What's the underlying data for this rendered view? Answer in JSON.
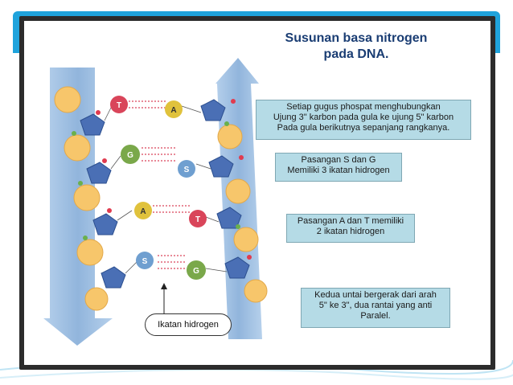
{
  "title": {
    "line1": "Susunan basa nitrogen",
    "line2": "pada DNA."
  },
  "boxes": [
    {
      "lines": [
        "Setiap gugus phospat menghubungkan",
        "Ujung 3\" karbon pada gula ke ujung 5\" karbon",
        "Pada gula berikutnya sepanjang rangkanya."
      ]
    },
    {
      "lines": [
        "Pasangan S dan G",
        "Memiliki 3 ikatan hidrogen"
      ]
    },
    {
      "lines": [
        "Pasangan A dan T memiliki",
        "2 ikatan hidrogen"
      ]
    },
    {
      "lines": [
        "Kedua untai bergerak dari arah",
        "5\" ke 3\", dua rantai yang anti",
        "Paralel."
      ]
    }
  ],
  "callout": "Ikatan hidrogen",
  "bases": [
    {
      "letter": "T",
      "color": "#d9455a"
    },
    {
      "letter": "A",
      "color": "#e0c23c"
    },
    {
      "letter": "G",
      "color": "#7aa84a"
    },
    {
      "letter": "S",
      "color": "#6f9fd0"
    }
  ],
  "colors": {
    "accent_bar": "#1fa3dc",
    "strand_arrow": "#8fb6de",
    "phosphate": "#f7c66b",
    "sugar": "#4a6fb5",
    "title": "#1a3d73",
    "box_fill": "#b5dbe6"
  }
}
